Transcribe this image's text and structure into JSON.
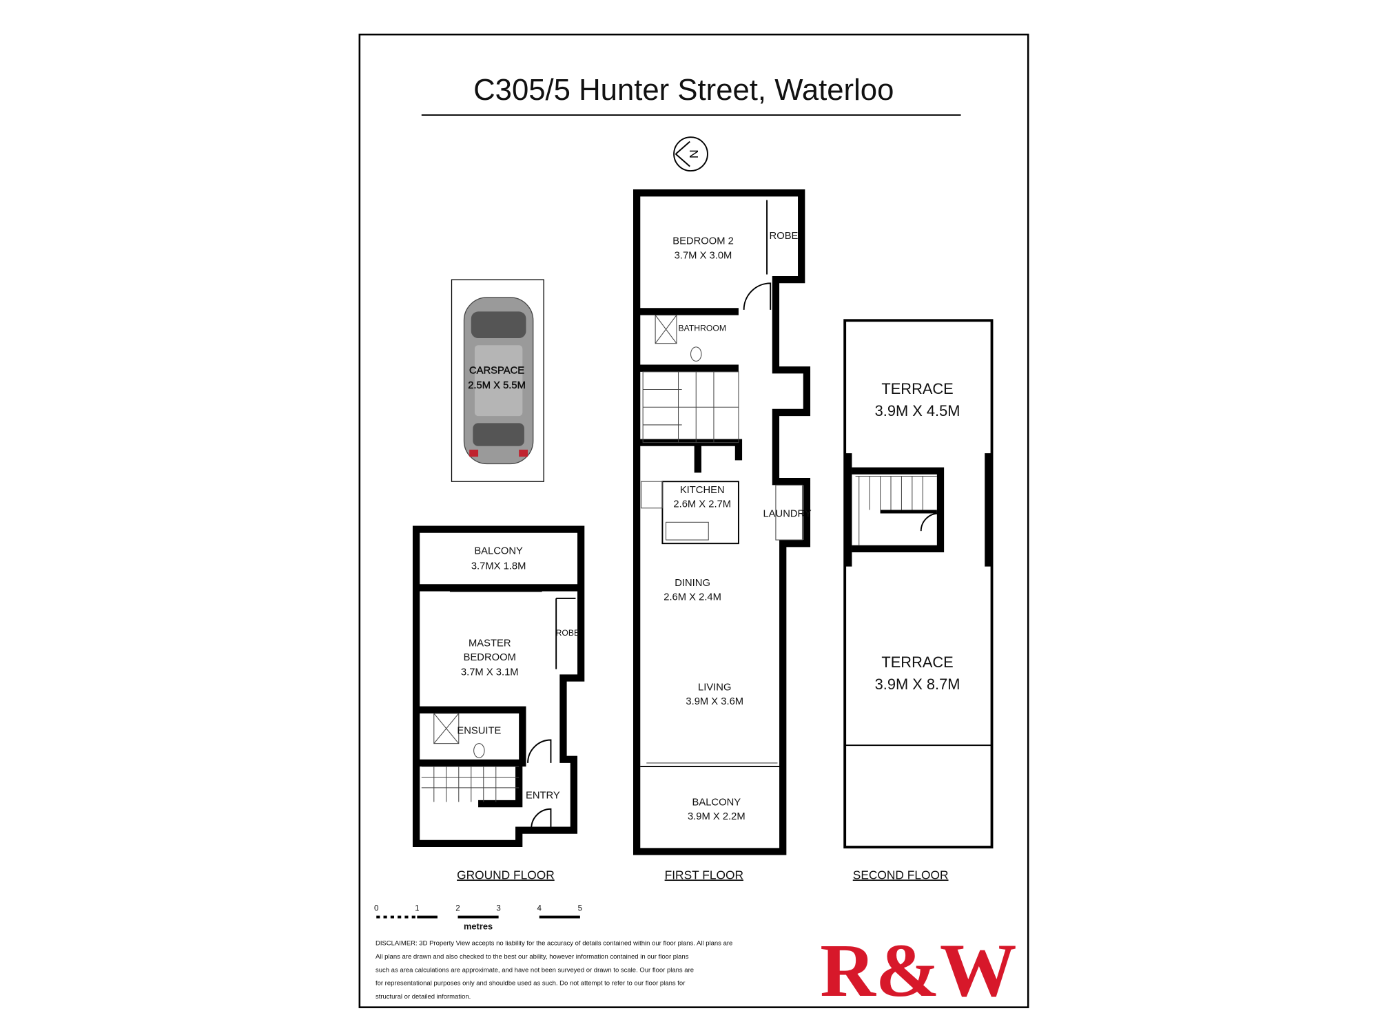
{
  "title": "C305/5 Hunter Street, Waterloo",
  "compass": {
    "icon": "north-compass-icon",
    "letter": "N"
  },
  "carspace": {
    "label": "CARSPACE",
    "size": "2.5M X 5.5M"
  },
  "ground_floor": {
    "label": "GROUND FLOOR",
    "rooms": {
      "balcony": {
        "label": "BALCONY",
        "size": "3.7MX 1.8M"
      },
      "master": {
        "label1": "MASTER",
        "label2": "BEDROOM",
        "size": "3.7M X 3.1M"
      },
      "robe": {
        "label": "ROBE"
      },
      "ensuite": {
        "label": "ENSUITE"
      },
      "entry": {
        "label": "ENTRY"
      }
    }
  },
  "first_floor": {
    "label": "FIRST FLOOR",
    "rooms": {
      "bedroom2": {
        "label": "BEDROOM 2",
        "size": "3.7M X 3.0M"
      },
      "robe": {
        "label": "ROBE"
      },
      "bathroom": {
        "label": "BATHROOM"
      },
      "kitchen": {
        "label": "KITCHEN",
        "size": "2.6M X 2.7M"
      },
      "laundry": {
        "label": "LAUNDRY"
      },
      "dining": {
        "label": "DINING",
        "size": "2.6M X 2.4M"
      },
      "living": {
        "label": "LIVING",
        "size": "3.9M X 3.6M"
      },
      "balcony": {
        "label": "BALCONY",
        "size": "3.9M X 2.2M"
      }
    }
  },
  "second_floor": {
    "label": "SECOND FLOOR",
    "rooms": {
      "terrace1": {
        "label": "TERRACE",
        "size": "3.9M X 4.5M"
      },
      "terrace2": {
        "label": "TERRACE",
        "size": "3.9M X 8.7M"
      }
    }
  },
  "scale_bar": {
    "ticks": [
      "0",
      "1",
      "2",
      "3",
      "4",
      "5"
    ],
    "unit": "metres"
  },
  "disclaimer": [
    "DISCLAIMER: 3D Property View accepts no liability for the accuracy of details contained within our floor plans. All plans are",
    "All plans are drawn and also checked to the best our ability, however information contained in our floor plans",
    "such as area calculations are approximate, and have not been surveyed or drawn to scale. Our floor plans are",
    "for representational purposes only and shouldbe used as such. Do not attempt to refer to our floor plans for",
    "structural or detailed information."
  ],
  "logo": {
    "text": "R&W",
    "color": "#d7182a"
  }
}
